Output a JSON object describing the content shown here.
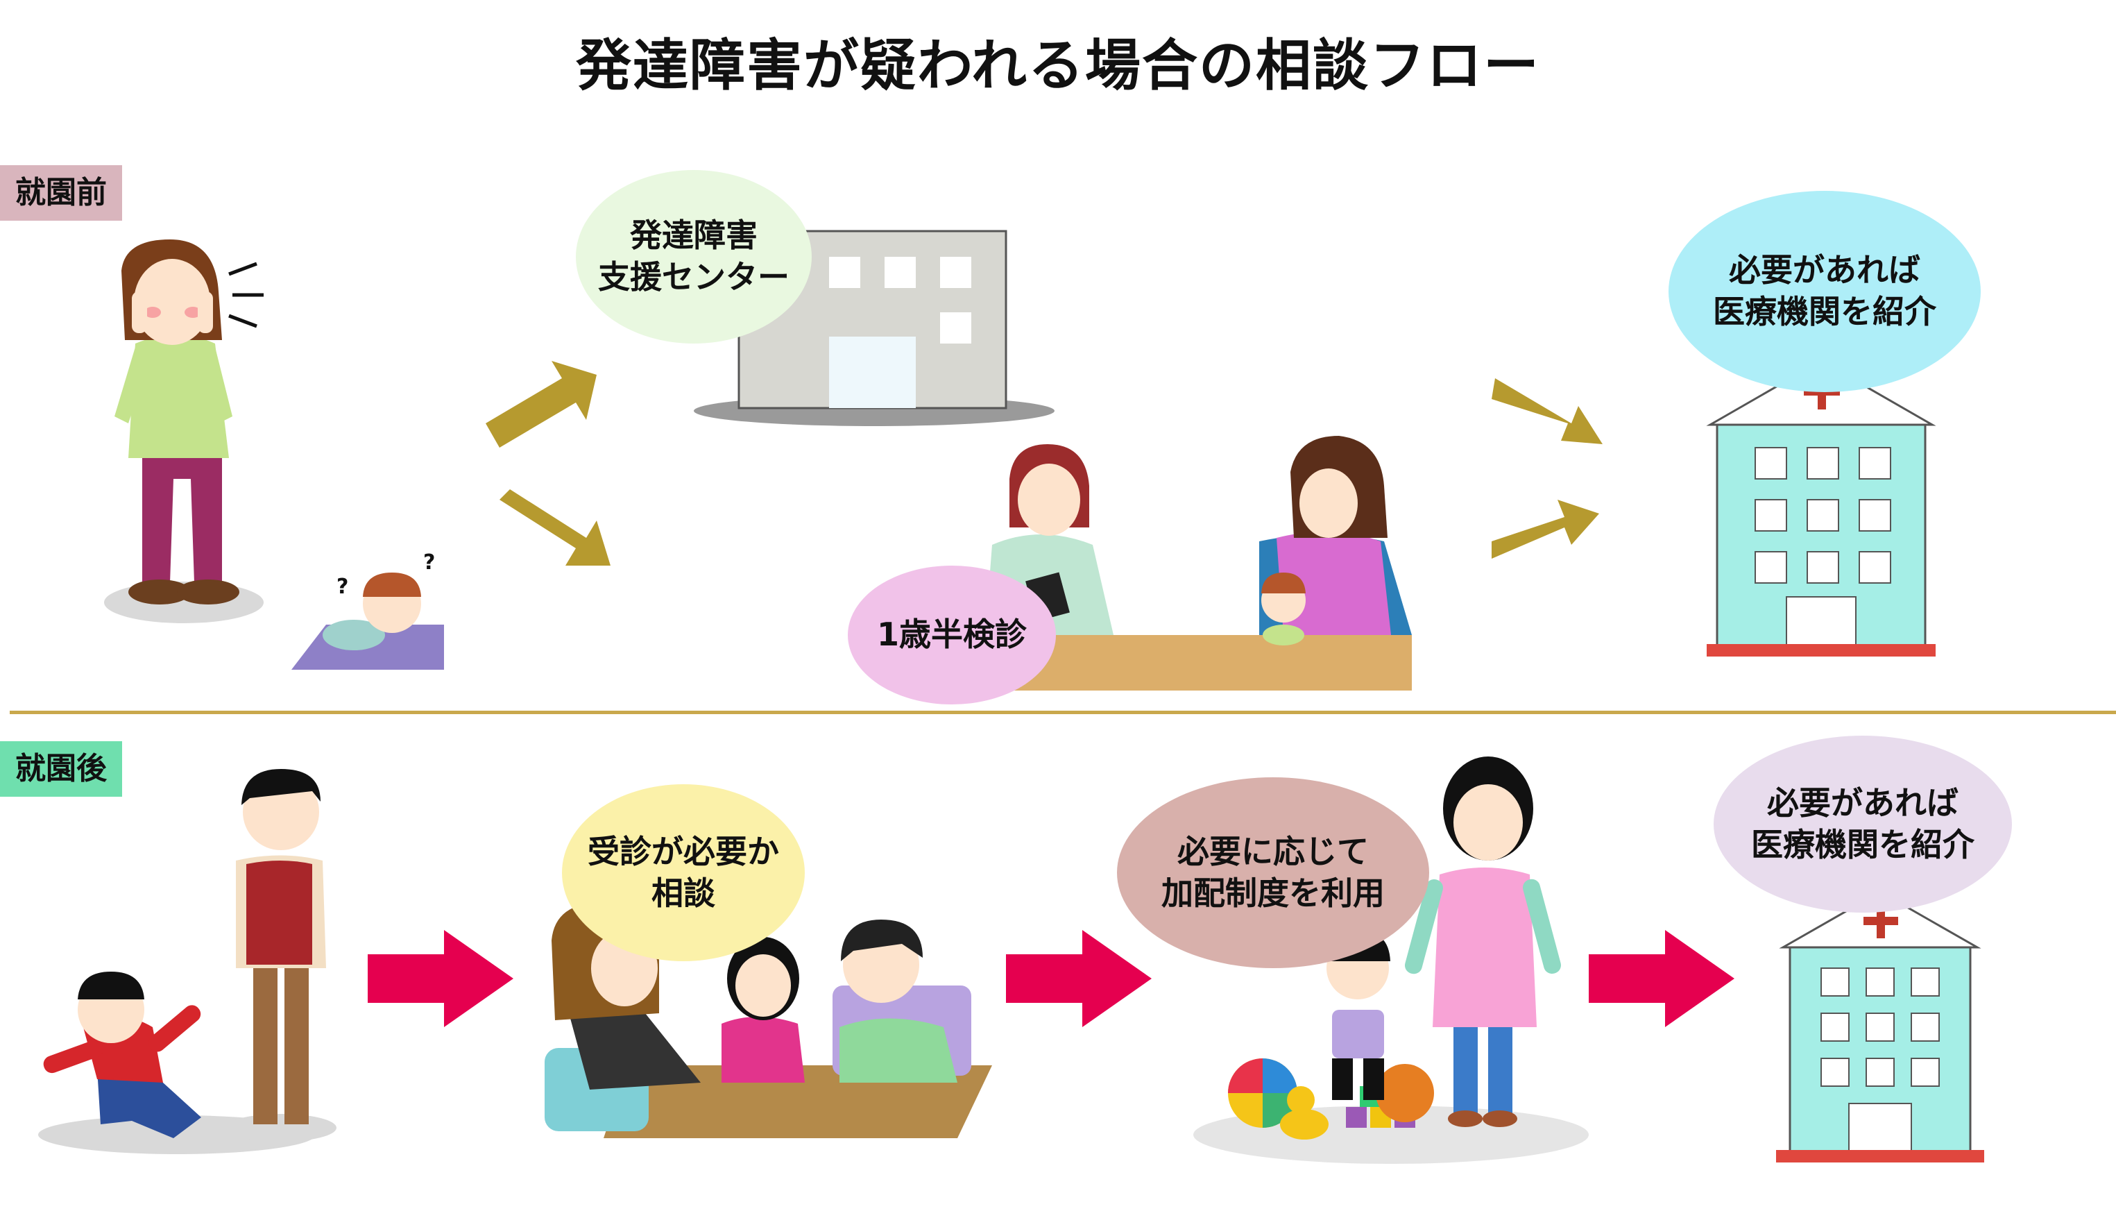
{
  "title": "発達障害が疑われる場合の相談フロー",
  "before": {
    "label": "就園前",
    "center_bubble": "発達障害\n支援センター",
    "checkup_bubble": "1歳半検診",
    "referral_bubble": "必要があれば\n医療機関を紹介"
  },
  "after": {
    "label": "就園後",
    "consult_bubble": "受診が必要か\n相談",
    "support_bubble": "必要に応じて\n加配制度を利用",
    "referral_bubble": "必要があれば\n医療機関を紹介"
  },
  "colors": {
    "before_label_bg": "#d9b5bd",
    "after_label_bg": "#6fdfae",
    "divider": "#c9a84c",
    "arrow_gold": "#b69a2f",
    "arrow_pink": "#e5004f",
    "center_bubble": "#e9f8e0",
    "checkup_bubble": "#f1c2e9",
    "referral_bubble_1": "#aeeef8",
    "consult_bubble": "#fbf1a9",
    "support_bubble": "#d8b0ab",
    "referral_bubble_2": "#e8dced",
    "hospital_body": "#a5eee6"
  },
  "icons": [
    "worried-mother",
    "crawling-baby",
    "support-center-building",
    "hospital-building",
    "checkup-scene",
    "worried-father",
    "crying-child",
    "consultation-scene",
    "play-scene"
  ]
}
